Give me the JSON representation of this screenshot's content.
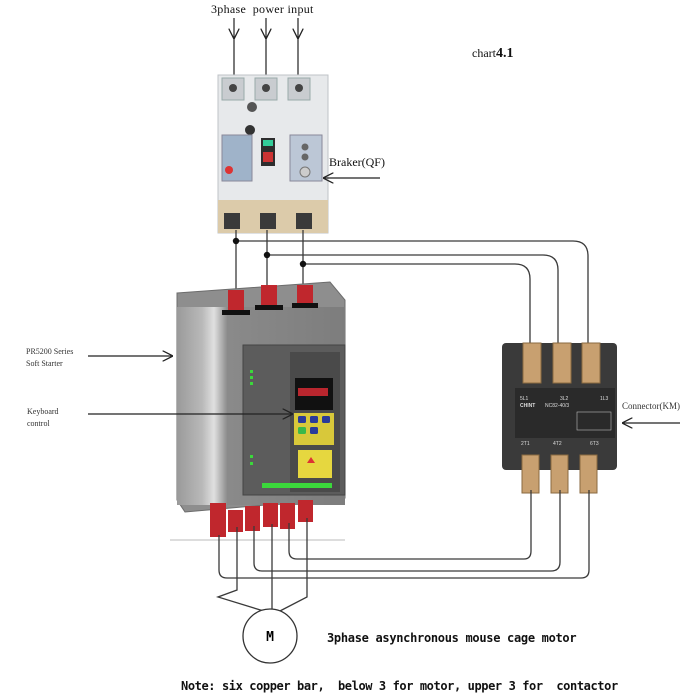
{
  "labels": {
    "power_input": "3phase  power input",
    "chart_prefix": "chart",
    "chart_number": "4.1",
    "breaker": "Braker(QF)",
    "soft_starter_line1": "PR5200 Series",
    "soft_starter_line2": "Soft Starter",
    "keyboard_line1": "Keyboard",
    "keyboard_line2": "control",
    "contactor": "Connector(KM)",
    "motor_symbol": "M",
    "motor_description": "3phase asynchronous mouse cage motor",
    "note": "Note: six copper bar,  below 3 for motor, upper 3 for  contactor"
  },
  "contactor_terminals": {
    "top": [
      "5L1",
      "3L2",
      "1L3"
    ],
    "bottom": [
      "2T1",
      "4T2",
      "6T3"
    ],
    "brand": "CHINT",
    "model": "NC82-40/3"
  },
  "colors": {
    "wire": "#3a3a3a",
    "copper_bar": "#c0272d",
    "starter_body": "#8c8c8c",
    "keypad_bg": "#e8d94a",
    "keypad_btn": "#2a3a9a",
    "led_green": "#3bd83b",
    "breaker_body": "#e6e8ea",
    "breaker_base": "#d9c9a8",
    "contactor_body": "#3c3c3c",
    "terminal_brass": "#c8a070"
  }
}
